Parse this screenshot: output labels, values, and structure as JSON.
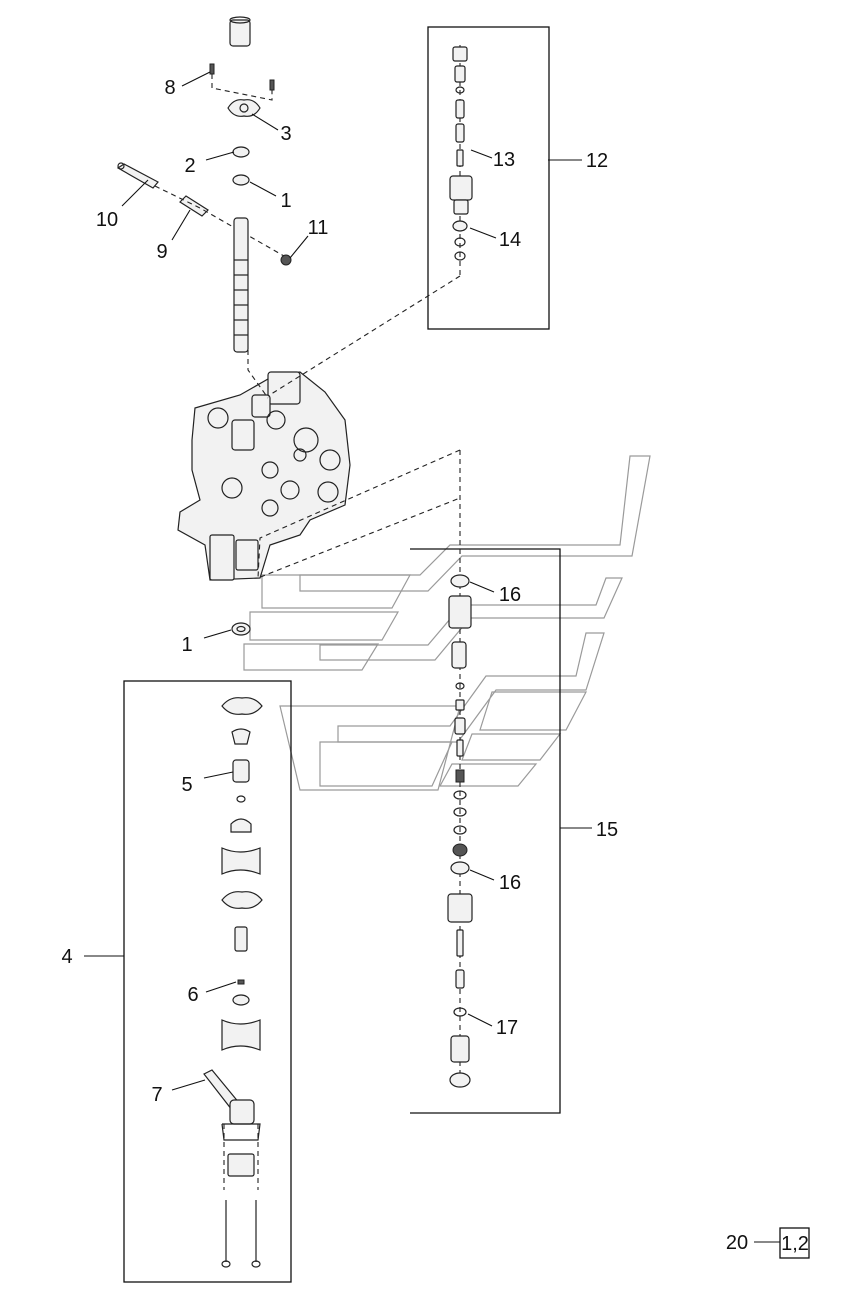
{
  "callouts": {
    "c1a": "1",
    "c1b": "1",
    "c2": "2",
    "c3": "3",
    "c4": "4",
    "c5": "5",
    "c6": "6",
    "c7": "7",
    "c8": "8",
    "c9": "9",
    "c10": "10",
    "c11": "11",
    "c12": "12",
    "c13": "13",
    "c14": "14",
    "c15": "15",
    "c16a": "16",
    "c16b": "16",
    "c17": "17"
  },
  "footer": {
    "page_number": "20",
    "reference": "1,2"
  },
  "colors": {
    "line": "#222222",
    "watermark": "#9a9a9a",
    "background": "#ffffff"
  }
}
